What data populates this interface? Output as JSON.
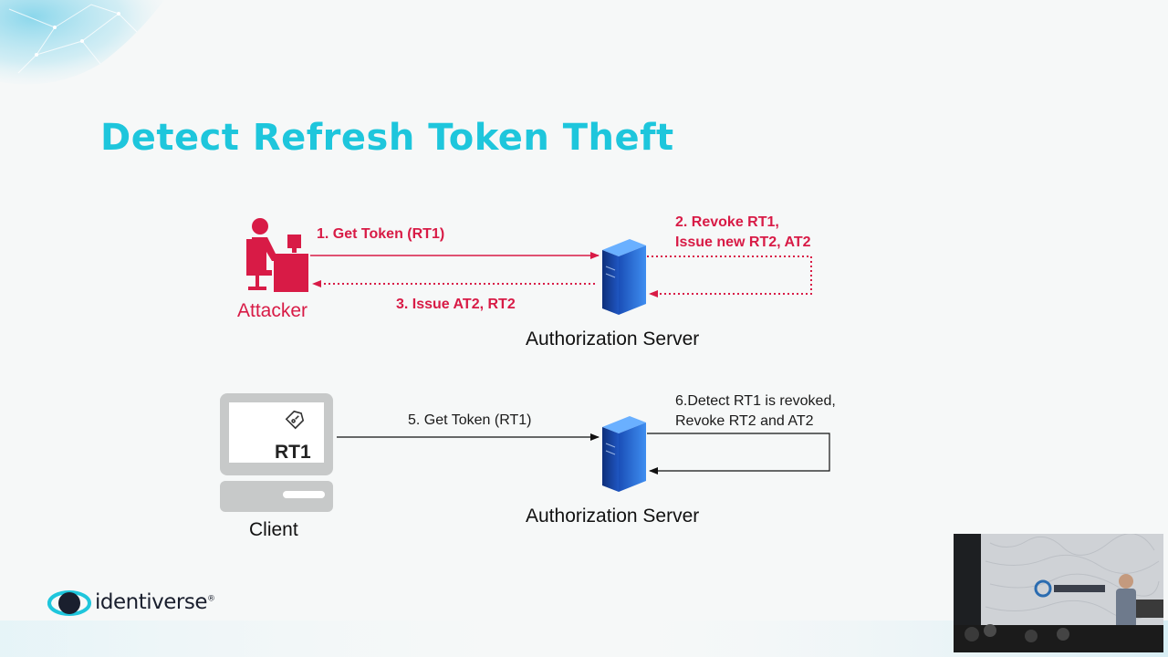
{
  "slide": {
    "title": "Detect Refresh Token Theft"
  },
  "attacker_flow": {
    "actor_label": "Attacker",
    "step1": "1. Get Token (RT1)",
    "step2_line1": "2. Revoke RT1,",
    "step2_line2": "Issue new RT2, AT2",
    "step3": "3. Issue AT2, RT2",
    "server_label": "Authorization Server"
  },
  "client_flow": {
    "actor_label": "Client",
    "screen_text": "RT1",
    "step5": "5. Get Token (RT1)",
    "step6_line1": "6.Detect RT1 is revoked,",
    "step6_line2": "Revoke RT2 and AT2",
    "server_label": "Authorization Server"
  },
  "branding": {
    "logo_text": "identiverse",
    "logo_mark": "®"
  },
  "colors": {
    "title": "#1ec6dc",
    "attacker": "#d81b46",
    "server_blue": "#2a6fd6",
    "background": "#f6f8f8"
  }
}
